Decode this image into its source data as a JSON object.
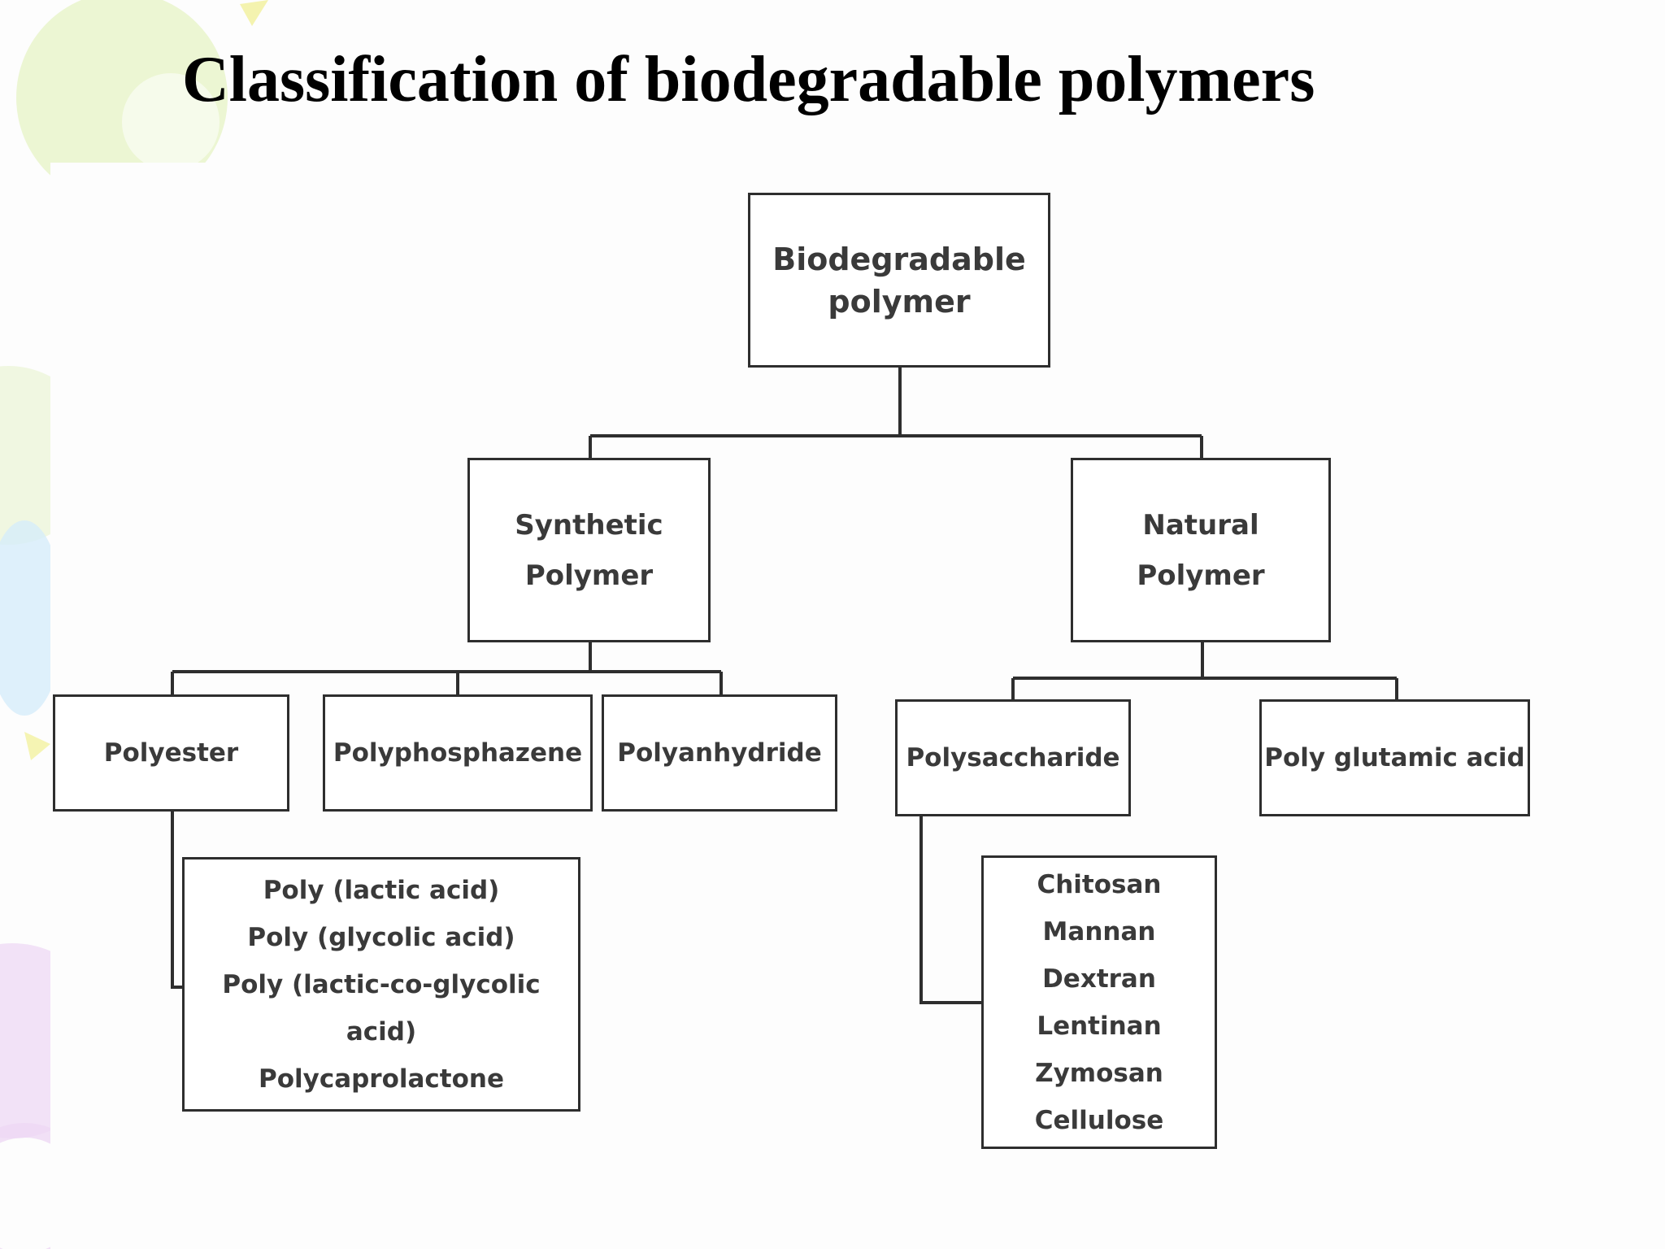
{
  "title": "Classification of biodegradable polymers",
  "theme": {
    "line_color": "#2e2e2e",
    "text_color": "#3a3a3a",
    "decor_colors": [
      "#e6f3c4",
      "#d6ecfa",
      "#eed8f4",
      "#f3f2a6"
    ]
  },
  "diagram": {
    "root": {
      "lines": [
        "Biodegradable",
        "polymer"
      ]
    },
    "synthetic": {
      "lines": [
        "Synthetic",
        "Polymer"
      ],
      "children": {
        "polyester": {
          "label": "Polyester",
          "members": [
            "Poly (lactic acid)",
            "Poly (glycolic acid)",
            "Poly (lactic-co-glycolic acid)",
            "Polycaprolactone"
          ]
        },
        "polyphosphazene": {
          "label": "Polyphosphazene"
        },
        "polyanhydride": {
          "label": "Polyanhydride"
        }
      }
    },
    "natural": {
      "lines": [
        "Natural",
        "Polymer"
      ],
      "children": {
        "polysaccharide": {
          "label": "Polysaccharide",
          "members": [
            "Chitosan",
            "Mannan",
            "Dextran",
            "Lentinan",
            "Zymosan",
            "Cellulose"
          ]
        },
        "poly_glutamic_acid": {
          "label": "Poly glutamic acid"
        }
      }
    }
  }
}
